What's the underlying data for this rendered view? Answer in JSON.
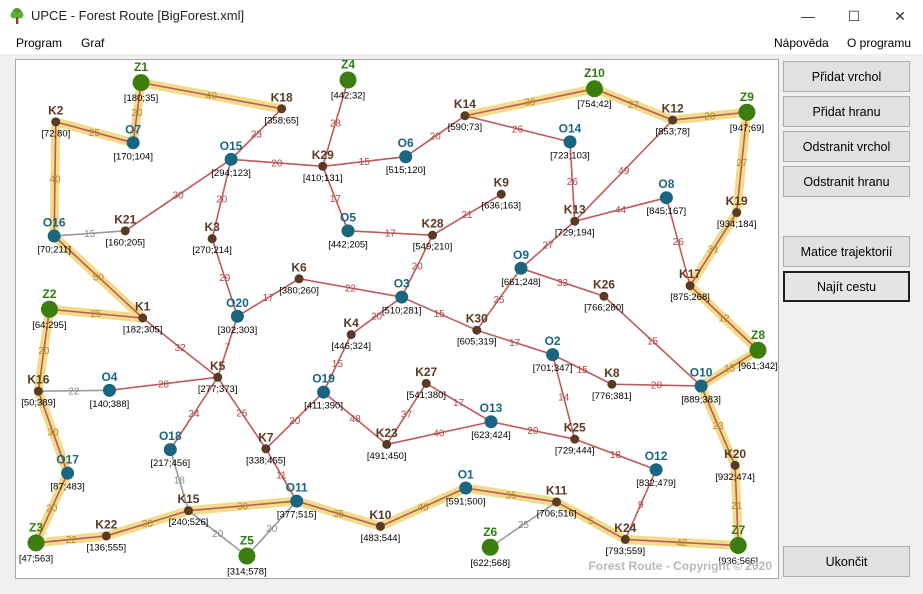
{
  "window": {
    "title": "UPCE - Forest Route [BigForest.xml]",
    "minimize_glyph": "—",
    "maximize_glyph": "☐",
    "close_glyph": "✕"
  },
  "menu": {
    "left": [
      "Program",
      "Graf"
    ],
    "right": [
      "Nápověda",
      "O programu"
    ]
  },
  "buttons": {
    "add_vertex": "Přidat vrchol",
    "add_edge": "Přidat hranu",
    "remove_vertex": "Odstranit vrchol",
    "remove_edge": "Odstranit hranu",
    "matrix": "Matice trajektorií",
    "find_path": "Najít cestu",
    "exit": "Ukončit"
  },
  "colors": {
    "rest": "#5a3a22",
    "stop": "#1a6680",
    "end": "#3b7d0e",
    "end_label": "#2e7d10",
    "stop_label": "#1a6680",
    "edge": "#c05a5a",
    "edge_gray": "#9a9a9a",
    "highlight": "#f1dc8a"
  },
  "graph": {
    "nodes": [
      {
        "id": "Z1",
        "type": "end",
        "coord": "[180;35]"
      },
      {
        "id": "K18",
        "type": "rest",
        "coord": "[358;65]"
      },
      {
        "id": "Z4",
        "type": "end",
        "coord": "[442;32]"
      },
      {
        "id": "K2",
        "type": "rest",
        "coord": "[72;80]"
      },
      {
        "id": "O7",
        "type": "stop",
        "coord": "[170;104]"
      },
      {
        "id": "O15",
        "type": "stop",
        "coord": "[294;123]"
      },
      {
        "id": "K29",
        "type": "rest",
        "coord": "[410;131]"
      },
      {
        "id": "O6",
        "type": "stop",
        "coord": "[515;120]"
      },
      {
        "id": "K14",
        "type": "rest",
        "coord": "[590;73]"
      },
      {
        "id": "O14",
        "type": "stop",
        "coord": "[723;103]"
      },
      {
        "id": "Z10",
        "type": "end",
        "coord": "[754;42]"
      },
      {
        "id": "K12",
        "type": "rest",
        "coord": "[853;78]"
      },
      {
        "id": "Z9",
        "type": "end",
        "coord": "[947;69]"
      },
      {
        "id": "O16",
        "type": "stop",
        "coord": "[70;211]"
      },
      {
        "id": "K21",
        "type": "rest",
        "coord": "[160;205]"
      },
      {
        "id": "K3",
        "type": "rest",
        "coord": "[270;214]"
      },
      {
        "id": "O5",
        "type": "stop",
        "coord": "[442;205]"
      },
      {
        "id": "K28",
        "type": "rest",
        "coord": "[549;210]"
      },
      {
        "id": "K9",
        "type": "rest",
        "coord": "[636;163]"
      },
      {
        "id": "K13",
        "type": "rest",
        "coord": "[729;194]"
      },
      {
        "id": "O8",
        "type": "stop",
        "coord": "[845;167]"
      },
      {
        "id": "K19",
        "type": "rest",
        "coord": "[934;184]"
      },
      {
        "id": "Z2",
        "type": "end",
        "coord": "[64;295]"
      },
      {
        "id": "K1",
        "type": "rest",
        "coord": "[182;305]"
      },
      {
        "id": "O20",
        "type": "stop",
        "coord": "[302;303]"
      },
      {
        "id": "K6",
        "type": "rest",
        "coord": "[380;260]"
      },
      {
        "id": "O3",
        "type": "stop",
        "coord": "[510;281]"
      },
      {
        "id": "O9",
        "type": "stop",
        "coord": "[661;248]"
      },
      {
        "id": "K26",
        "type": "rest",
        "coord": "[766;280]"
      },
      {
        "id": "K17",
        "type": "rest",
        "coord": "[875;268]"
      },
      {
        "id": "Z8",
        "type": "end",
        "coord": "[961;342]"
      },
      {
        "id": "K4",
        "type": "rest",
        "coord": "[446;324]"
      },
      {
        "id": "K30",
        "type": "rest",
        "coord": "[605;319]"
      },
      {
        "id": "O2",
        "type": "stop",
        "coord": "[701;347]"
      },
      {
        "id": "K16",
        "type": "rest",
        "coord": "[50;389]"
      },
      {
        "id": "O4",
        "type": "stop",
        "coord": "[140;388]"
      },
      {
        "id": "K5",
        "type": "rest",
        "coord": "[277;373]"
      },
      {
        "id": "O19",
        "type": "stop",
        "coord": "[411;390]"
      },
      {
        "id": "K27",
        "type": "rest",
        "coord": "[541;380]"
      },
      {
        "id": "K8",
        "type": "rest",
        "coord": "[776;381]"
      },
      {
        "id": "O10",
        "type": "stop",
        "coord": "[889;383]"
      },
      {
        "id": "O18",
        "type": "stop",
        "coord": "[217;456]"
      },
      {
        "id": "K7",
        "type": "rest",
        "coord": "[338;455]"
      },
      {
        "id": "K23",
        "type": "rest",
        "coord": "[491;450]"
      },
      {
        "id": "O13",
        "type": "stop",
        "coord": "[623;424]"
      },
      {
        "id": "K25",
        "type": "rest",
        "coord": "[729;444]"
      },
      {
        "id": "O12",
        "type": "stop",
        "coord": "[832;479]"
      },
      {
        "id": "K20",
        "type": "rest",
        "coord": "[932;474]"
      },
      {
        "id": "O17",
        "type": "stop",
        "coord": "[87;483]"
      },
      {
        "id": "K15",
        "type": "rest",
        "coord": "[240;526]"
      },
      {
        "id": "O11",
        "type": "stop",
        "coord": "[377;515]"
      },
      {
        "id": "K10",
        "type": "rest",
        "coord": "[483;544]"
      },
      {
        "id": "O1",
        "type": "stop",
        "coord": "[591;500]"
      },
      {
        "id": "K11",
        "type": "rest",
        "coord": "[706;516]"
      },
      {
        "id": "K24",
        "type": "rest",
        "coord": "[793;559]"
      },
      {
        "id": "Z7",
        "type": "end",
        "coord": "[936;566]"
      },
      {
        "id": "Z3",
        "type": "end",
        "coord": "[47;563]"
      },
      {
        "id": "K22",
        "type": "rest",
        "coord": "[136;555]"
      },
      {
        "id": "Z5",
        "type": "end",
        "coord": "[314;578]"
      },
      {
        "id": "Z6",
        "type": "end",
        "coord": "[622;568]"
      }
    ],
    "edges": [
      {
        "from": "Z1",
        "to": "K18",
        "w": "40",
        "hl": true
      },
      {
        "from": "Z1",
        "to": "O7",
        "w": "20",
        "hl": true
      },
      {
        "from": "K2",
        "to": "O7",
        "w": "25",
        "hl": true
      },
      {
        "from": "K2",
        "to": "O16",
        "w": "40",
        "hl": true
      },
      {
        "from": "O16",
        "to": "K1",
        "w": "50",
        "hl": true
      },
      {
        "from": "Z2",
        "to": "K1",
        "w": "25",
        "hl": true
      },
      {
        "from": "Z2",
        "to": "K16",
        "w": "20",
        "hl": true
      },
      {
        "from": "K16",
        "to": "O17",
        "w": "30",
        "hl": true
      },
      {
        "from": "O17",
        "to": "Z3",
        "w": "20",
        "hl": true
      },
      {
        "from": "Z3",
        "to": "K22",
        "w": "22",
        "hl": true
      },
      {
        "from": "K22",
        "to": "K15",
        "w": "30",
        "hl": true
      },
      {
        "from": "K15",
        "to": "O11",
        "w": "30",
        "hl": true
      },
      {
        "from": "O11",
        "to": "K10",
        "w": "35",
        "hl": true
      },
      {
        "from": "K10",
        "to": "O1",
        "w": "40",
        "hl": true
      },
      {
        "from": "O1",
        "to": "K11",
        "w": "35",
        "hl": true
      },
      {
        "from": "K11",
        "to": "K24",
        "w": "5",
        "hl": true
      },
      {
        "from": "K24",
        "to": "Z7",
        "w": "42",
        "hl": true
      },
      {
        "from": "Z7",
        "to": "K20",
        "w": "21",
        "hl": true
      },
      {
        "from": "K20",
        "to": "O10",
        "w": "23",
        "hl": true
      },
      {
        "from": "O10",
        "to": "Z8",
        "w": "15",
        "hl": true
      },
      {
        "from": "Z8",
        "to": "K17",
        "w": "12",
        "hl": true
      },
      {
        "from": "K17",
        "to": "K19",
        "w": "31",
        "hl": true
      },
      {
        "from": "K19",
        "to": "Z9",
        "w": "27",
        "hl": true
      },
      {
        "from": "Z9",
        "to": "K12",
        "w": "28",
        "hl": true
      },
      {
        "from": "K12",
        "to": "Z10",
        "w": "27",
        "hl": true
      },
      {
        "from": "Z10",
        "to": "K14",
        "w": "30",
        "hl": true
      },
      {
        "from": "O16",
        "to": "K21",
        "w": "15",
        "gray": true
      },
      {
        "from": "K16",
        "to": "O4",
        "w": "22",
        "gray": true
      },
      {
        "from": "O18",
        "to": "K15",
        "w": "18",
        "gray": true
      },
      {
        "from": "K15",
        "to": "Z5",
        "w": "20",
        "gray": true
      },
      {
        "from": "Z5",
        "to": "O11",
        "w": "20",
        "gray": true
      },
      {
        "from": "Z6",
        "to": "K11",
        "w": "25",
        "gray": true
      },
      {
        "from": "K18",
        "to": "O15",
        "w": "23"
      },
      {
        "from": "O15",
        "to": "K29",
        "w": "20"
      },
      {
        "from": "K29",
        "to": "Z4",
        "w": "28"
      },
      {
        "from": "K29",
        "to": "O6",
        "w": "15"
      },
      {
        "from": "K29",
        "to": "O5",
        "w": "17"
      },
      {
        "from": "O6",
        "to": "K14",
        "w": "20"
      },
      {
        "from": "K14",
        "to": "O14",
        "w": "26"
      },
      {
        "from": "O14",
        "to": "K13",
        "w": "26"
      },
      {
        "from": "K12",
        "to": "K13",
        "w": "49"
      },
      {
        "from": "K13",
        "to": "O8",
        "w": "44"
      },
      {
        "from": "K13",
        "to": "O9",
        "w": "27"
      },
      {
        "from": "O8",
        "to": "K17",
        "w": "26"
      },
      {
        "from": "O15",
        "to": "K21",
        "w": "30"
      },
      {
        "from": "O15",
        "to": "K3",
        "w": "20"
      },
      {
        "from": "K3",
        "to": "O20",
        "w": "29"
      },
      {
        "from": "O20",
        "to": "K6",
        "w": "17"
      },
      {
        "from": "K6",
        "to": "O3",
        "w": "22"
      },
      {
        "from": "O5",
        "to": "K28",
        "w": "17"
      },
      {
        "from": "K28",
        "to": "K9",
        "w": "21"
      },
      {
        "from": "K28",
        "to": "O3",
        "w": "20"
      },
      {
        "from": "O3",
        "to": "K4",
        "w": "20"
      },
      {
        "from": "O3",
        "to": "K30",
        "w": "15"
      },
      {
        "from": "K30",
        "to": "O9",
        "w": "25"
      },
      {
        "from": "K30",
        "to": "O2",
        "w": "17"
      },
      {
        "from": "O9",
        "to": "K26",
        "w": "33"
      },
      {
        "from": "K26",
        "to": "O10",
        "w": "15"
      },
      {
        "from": "O2",
        "to": "K8",
        "w": "15"
      },
      {
        "from": "K8",
        "to": "O10",
        "w": "20"
      },
      {
        "from": "O2",
        "to": "K25",
        "w": "14"
      },
      {
        "from": "K1",
        "to": "K5",
        "w": "32"
      },
      {
        "from": "O20",
        "to": "K5",
        "w": "7"
      },
      {
        "from": "O4",
        "to": "K5",
        "w": "28"
      },
      {
        "from": "K5",
        "to": "O18",
        "w": "24"
      },
      {
        "from": "K5",
        "to": "K7",
        "w": "25"
      },
      {
        "from": "K7",
        "to": "O19",
        "w": "20"
      },
      {
        "from": "K7",
        "to": "O11",
        "w": "11"
      },
      {
        "from": "K4",
        "to": "O19",
        "w": "15"
      },
      {
        "from": "O19",
        "to": "K23",
        "w": "48"
      },
      {
        "from": "K23",
        "to": "K27",
        "w": "37"
      },
      {
        "from": "K27",
        "to": "O13",
        "w": "17"
      },
      {
        "from": "K23",
        "to": "O13",
        "w": "40"
      },
      {
        "from": "O13",
        "to": "K25",
        "w": "20"
      },
      {
        "from": "K25",
        "to": "O12",
        "w": "18"
      },
      {
        "from": "O12",
        "to": "K24",
        "w": "9"
      }
    ]
  },
  "copyright": "Forest  Route - Copyright © 2020"
}
